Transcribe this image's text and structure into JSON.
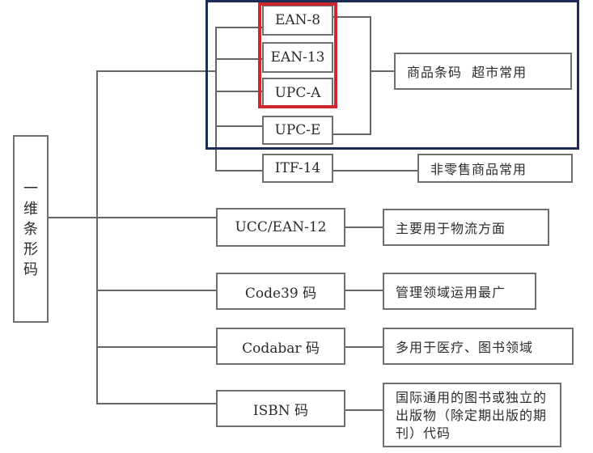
{
  "root": {
    "chars": [
      "一",
      "维",
      "条",
      "形",
      "码"
    ]
  },
  "ean_group": {
    "ean8": "EAN-8",
    "ean13": "EAN-13",
    "upca": "UPC-A",
    "upce": "UPC-E",
    "note": "商品条码  超市常用"
  },
  "itf14": {
    "code": "ITF-14",
    "note": "非零售商品常用"
  },
  "ucc": {
    "code": "UCC/EAN-12",
    "note": "主要用于物流方面"
  },
  "code39": {
    "code": "Code39 码",
    "note": "管理领域运用最广"
  },
  "codabar": {
    "code": "Codabar 码",
    "note": "多用于医疗、图书领域"
  },
  "isbn": {
    "code": "ISBN 码",
    "note": "国际通用的图书或独立的出版物（除定期出版的期刊）代码"
  },
  "colors": {
    "red_highlight": "#d0262d",
    "blue_highlight": "#1d2d57",
    "line": "#666666"
  }
}
